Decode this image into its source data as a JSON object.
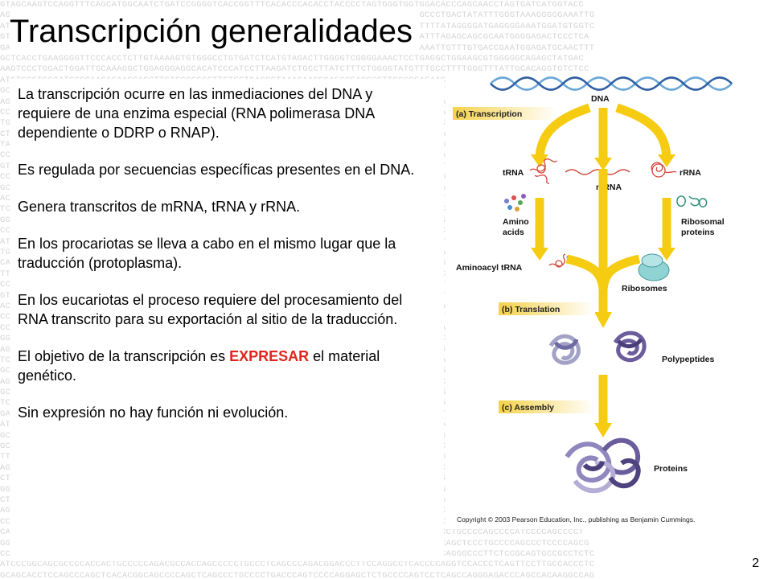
{
  "slide": {
    "title": "Transcripción generalidades",
    "page_number": "2"
  },
  "body": {
    "p1": "La transcripción ocurre en las inmediaciones del DNA y requiere de una enzima especial (RNA polimerasa DNA dependiente o DDRP o RNAP).",
    "p2": "Es regulada por secuencias específicas presentes en el DNA.",
    "p3": "Genera transcritos de mRNA, tRNA y rRNA.",
    "p4": "En los procariotas se lleva a cabo en el mismo lugar que la traducción (protoplasma).",
    "p5": "En los eucariotas el proceso requiere del procesamiento del RNA transcrito para su exportación al sitio de la traducción.",
    "p6_before": "El objetivo de la transcripción es ",
    "p6_accent": "EXPRESAR",
    "p6_after": " el material genético.",
    "p7": "Sin expresión no hay función ni evolución."
  },
  "figure": {
    "dna": "DNA",
    "stage_a": "(a) Transcription",
    "trna": "tRNA",
    "mrna": "mRNA",
    "rrna": "rRNA",
    "amino_1": "Amino",
    "amino_2": "acids",
    "ribo_prot_1": "Ribosomal",
    "ribo_prot_2": "proteins",
    "aminoacyl": "Aminoacyl tRNA",
    "ribosomes": "Ribosomes",
    "stage_b": "(b) Translation",
    "polypeptides": "Polypeptides",
    "stage_c": "(c) Assembly",
    "proteins": "Proteins",
    "copyright": "Copyright © 2003 Pearson Education, Inc., publishing as Benjamin Cummings."
  },
  "background": {
    "sequence_lines": [
      "GTAGCAAGTCCAGGTTTCAGCATGGCAATCTGATCCGGGGTCACCGGTTTCACACCCACACCTACCCCTAGTGGGTGGTGGACACCCAGCAACCTAGTGATCATGGTACC",
      "AGTTACAGGTCCCACATTAGTCACAGGGTACCTCACCACAGGGTACCCTAGGTCAATACCTTGGGGTCCCATCACCCAGGCCCTGACTATATTTGGGTAAAGGGGGAAATTG",
      "ATGGGTGCTGTGGGTGGGAAAGAATTTATTGATCCCCGAGTTACATTGTCTTAATCCCTGGAGTCTGTAGCTATTTATGTTTTATAGGGGATGAGGGGAAATGGATGTGGTC",
      "GTGGGAGACAGCCTGGACTGTCCCGCTGGGCTCAGTGTATTCACAGGGTCCACATGAAGGAGGAGAGAAGGAGTAGGGGATTTAGAGCAGCGCAATGGGGAGACTCCCTCA",
      "GAGCATGAATGCAGGTGGCTGTAGAGGTTGGAAAGTCCAGGGAAATGATCTCTCAGGATCTCCAGAGCTTTTTGAATAAAAATTGTTTGTGACCGAATGGAGATGCAACTTT",
      "GCTCACCTGAAGGGGTTCCCACCTCTTGTAAAAGTGTGGGCCTGTGATCTCATGTAGACTTGGGGTCGGGGAAACTCCTGAGGCTGGAAGCGTGGGGGCAGAGCTATGAC",
      "AAGTCCCTGGACTGGATTGCAAAGGCTGGAGGGAGGCACATCCCATCCTTAAGATCTGCCTTATCTTTCTGGGGTATGTTTGCCTTTTGGGTTTATTGCACAGGTGTCTCC",
      "ATGTGCGTGCCATCCCCAAGAGAACCAGCTTGTCCCCGGCTTCTGCTGACGGTAAAGAAGGCAGCCCACCCCTTCCCCCAGAACTCCATGGCTGTCCAGGCCAGCCTGAG",
      "GCAAATGAGGTACCCGTATCTGGAACTAGCCAGGGCTGCACGGAGAAACAGCAAGGTAGCTTCATCTTCTGTGCCACTGTGCCTTTGAAAGGAGGCTCAGCCCCTGCCCAC",
      "AGGTAAAACCAGAGACAGAAGCAAGCTGGCTGGAGAGGCAAGGTGTGCGAAGGGCTGTGCCCAGGGTTCATGAACTGGTGGCAAATGGCAGCACACCTGGGCCATTGCCAG",
      "CCACAGCAGGTGCCTAGTGTCATTGGGCCAGTGCCCTGCCCACCAAGGCTCTCCTACCACGCTCTTATGGCCAGAGCAATGGCATCCCGCATGGCAGCCCTATGAAATACCC",
      "TGTTTTTCATCAAACAGTATTGTCTCAGAGAACTCTTAAAGGGGTCGGCCCCAGTGACAGACAGGGTCTGTGGAAAGGCAAAACCCATCGACTGGAAAGCCTTCTTCAAGG",
      "CTTTCAGCTGGATGCAGCACATCACCAGCCCCATGTAGCCCTGGAGAGGGGCTCTTGTCAGCGTGAGCACCCAGATGCTGGGCACTGCACCTGTCTTCAACATCGAGCAGTT",
      "TAGCCCTCAGGTGGTCACCCCTAGCCCTCAGGCCTGCCTTCCCCCTCAGATGTCCATTGCCCCAGAGAGGGGCCACTGAGAGTGGGCCTGACCTCCATCCAGGCCTCTGAGG",
      "CCAGCACCCCAACCTTGGAACACTCACCTCTCAGCAGGCAGCCCCTGACAAGCGTTAGGATCAGGAGCCCACACCCCAGCAGAAGTTTCCTCTGGGCCCCTCCATGGCCAG",
      "GTGGACCTAGGGGTAGCTGGGATCAGAATTCTGGGGTTGCCCTGCAATCTCCAGGGCCTGAGTCCTAGCTCTTCCCTAGAATCTCTCTAAATCCCCCAGATGCTTGGGACTG",
      "CCTGGTACCTGCAACAGGTGGTTGGGGCCTCTCTTGGACAGACATCTCACTTGGGGAGCTGGAGAGCAGCCATCACCACCAGTGCCCTGGGGCTCCCTGGAGATCCCTTAG",
      "GCCTCTGAGGACATCTACCTCTGGGAGCGCCCTTCCACGTTGGCAGCCCTGGAGCCATGACTCAGGCTGGTGACCTCGATGACACCCGAATTGGAAGTCACTGGAGCAGTAG",
      "ACACCCGCTTCACTCACCTCAAGGTGGCTAGAATGAGCCACTCGCAAGGCCTTTGCCAGCTCTTTGAAAGGAGGCTCAGCCCCTGCCCACAGGCTGGCAGAGCTGACCAGG",
      "TCCTAGACTGTGACACCGCTATCCGGCGGACCCAAGCTCCTGCGGCTGGAGCATCCACAGGCTTTCGGCCGCCCCTGAAGCAGCTCAGGGCCAGGGTCCCCTTGCCCAGCTT",
      "GGGAGCTTCTGTGCCAGTGGGGTCACAGGCACAGCCAGCAGGAAGTCCAGGCCAGGCAGCTCTGGACAGGCAGAACTCAGAGAGTGCCTCACCTGGCAGGGCAGACCACAG",
      "CCCAGCAGCTGTCATGAGCTCTTCCCTGCCTCTGGCCTCCCAGCCCAGCCTGAGGATCGCGCAGCGTGCACCATGGATAATTTCCATGGCTGGCTGGAGTCGCTGCCCATCC",
      "ATAGATATACATAGATATAGATATAGATGTATGGGTAGATAGATATAGATAGATAGATACATAGATAGATAGATAGATAGATATATAGATAGATAGAAAAAGGTAGGAG",
      "TGCCCTTCCCAACCCAGGGCCCTGGACTGCCTTCACCACCAAGAGATTGTGTTCAGATGACCAGTGTCTGCCCCCGGGGAGCCAAGAGGCAGGGGACCCCAGGGGAGCCACA",
      "CACAGACTGTGCCCCTACCCTCAGAGACCCCTTCAGCCCTGAGACAGACAGGCCGGAGCAGATGGATGCCCTGGGGCCTAGCAGGGTCCCTACCAAGGTAGTGCTGTTCAAC",
      "TTCTCACCTTACGGCTGTCCTCTACCCTGTCCTGCACCTCCCGGGAGGAGCCACTGGAGCAGGACCAGGCTGGTCTCTGTCCTCCCTGGCTACTCAGCCCTTGCTCCTGGCC",
      "CCCTGTAGCTCACTTGTTCCCCCCATCCCTCCCAGCCTGCTTCACAAGATCCCACCTGCCTCTGCCCTGAGGCATGCACGCCCTCTGCCTCCCCTGCCTCTCCAGGTCAGTG",
      "GTCCCTCCCACCAGCCCCCAGGCCCAGCCCTCACCCTGACTGCCTCACCTCCCAGTGAGCCACCAGGGGCCCAGGAAGCCCAGTCTCACTCCCCACCCCTGGCCTACAGCCC",
      "ACCAGACAGATGCAACCCAGGTGCCACTGAGACCCCAGCAGATGGATGGTCCACTCCACACCTTGACTGCAGAGCACACCCCGAGCTAGCCCAGGTGCTCCCCAACCCACCT",
      "CCCCACCTCCTCATCACCTCCTCCCTCACTCCCACCAAGCTCCAGCCCCACCTCCTGCCCCCTCTCACCTGTGCCCCCAGCCCTCCACTGCCTGCTACCTGGCCTAGCAGCT",
      "CCAGCAGCCCGTCCCAGCCCCACCCCTCCACTCTCATCCCTGTCCTCCCACCCTCCACTTGCCCAGCTCTCCCTGAGGCTCCCACATCTTCACCCCCGCCAGAGCAGCCTGG",
      "GGTGATGAGCTACCACACCAGCCCCAATGATGATCTCTGCCCTGTCTGCCCACCCTGACCTCTCCTCCCTCTGAGGACCTCGCCTGCGCCCTGACCAGGGCCAGGGGCTGGGA",
      "AGAGTTGGCTTGATGGGTGAGACTGAGGTCAATGAGAGCTGGAGAGGAATCCGGGAGTCTCCAGAGCAGCTGCAGCCGCACAGGGGCTAGCTACCCCCTAGAACCCCTGCT",
      "TCCTCACTCTCACTCTTCTGAGCCCAAATATGTTGCCCCGCAGCATCTGTAGTGGCAGTGCACCTGTCCACTGAGGGAGAAGGAGGCAGCCTGAAAGCTCCATCTTCAGGAA",
      "GCCCACAAGGACCATTGAGCCCTCTCTGCCACAGAAGCCTGCGCACAAAGACTGGCCTACTTCTCCGCATGTGCCACAGTGGAGATAACCACGAAGGGTACAATGGCCCTGA",
      "AGATCAACCACATAGCAACTGACAGACCTACGCATGCTGAGGCCCTAAGGAGTGTGACATCAACCCAGGAGCTGATGGAGAAGCAGAAGGGAGAAGACTCTCGAGCAGACT",
      "GCCTGCTGAGGATGGGGCGAGACCCAGCCCCATCCGAGTCTCCTCAGCTGGAGGAACCCCAGCCCAGCACCCAGGGCAGAAAGGAGAGGCGAGGGAGTTCAGCCTCCTCCA",
      "TCTTGCTCACCCCACATCTGGCATCTGTGGCTACATAGCCATCAGTGCCATCCCCTGCAGCACAGCCAAGACAGGACCTCAGGGCTCCCGAGGCACCCCTTCCTCCAGCTCC",
      "GAGCAGGGGTGCCCACAGGCCCTGCCCTTCAGCCCCAAACCCCCAACCCTAGCTCCATGGTGAGGCCTCGGAGCAGAAGAGGATGCCACTGTGCAGGCCCCAGCGCCTCCTA",
      "ATGGTGAGGTGCTGGGCACAGGCTCCCCAGGCCTCCGCCCCCACCTGCCCCTGCAAGGCCCCATCTCCGAGGCAGCCCCCAACAGCCCACTGCTCCCCACTCTGCAACTCCT",
      "GCAGGGCCACCAGTGCTGTCCCTCTCACGCTGAGGCTTCCCCAGAGGGACCAGGCCCTTGCAGCTCCAGAGCCCCTCCACCCAGGCCCATGGGCATGGGCAGGCCCAGCAT",
      "GCGTGGACCCAGACTCCCAGGGCCCTTCTCCGCAGTGCCGCCTCTCCCAGCCCTCACCCTCACCCTCCTCACCGTGCGTCTGGCCCGTCTGCAGATCCCGCAGCCGAGCAGA",
      "TTGCCACCCTCATCCCGGCAGCGCCCCACCACTGCCCCCAGACGCCACCAGCCCCCTGCCCTCAGCCCAGACGGACCCTTCCAGGCCTCACCCCAGGTCCACCCTCAGTTCC",
      "AGGGAGACCCAGCCACAAGGCCAGGCAGCACCTCCAGCCCAGCTCACACGGCAGCCCCAGCTCAGCCCTGCCCCTGACCCAGTCCCCAGGAGCTCTGCCCCAGTCCTCAGCC",
      "CTGCCCCCTCCCCAGCGACCCTGAGGCCCCTCACAGCTCTGGCCCCAGCTCCCCATGGCCCCACAGCCCACCTTCACCCCAGGGCCCAGCTCTGACCCCAGCCCCCTCCCAG",
      "GGACCCAGGCAGGAGCCCACTGCCCCAGCTCCAGAGCCCCACTCCGCTTTTCTCCCCTTGCCCAGCCCTCCGCAGGCCCCTGAGCACCCTCCTCAGCCCCTGCAGCCCAGGC",
      "CTCTGAGGCCCCACTGCCTCAGCGCTCCCCAGCCCTGCTCCAGACCCTGCCCCCTTCCCAGCGCCCCTCCAGCCCCAGCCCTGAGCCCCTCCAGTCCCCAGCGCCTCTGCTC",
      "AGGCCCCAGCCCTGCCGAGCCCCAGCTCCCTGCCCCAGCCCTCCCCAGCGCCCCAGCCCCATCCCAGGCCCCTCCAGCCCCAGCCCTCAGCTCCCCAGTCCCCCTGCCCAG",
      "CCCCACCCCAGCCCCCTCAGCCCAGGCCCCGCCCCAGCCCCTCAGCCCCATCCCCAGCCCTGCCCCAGGCCCCATCCCCAGCCCCTCAGCCCCATCCCAGCCCCAGCCCCT",
      "CAGCCCCAGCCCTGCCCCAGCCCCATCCCCAGCCCTCAGCCCCAGCCCTGCCCCAGCCCCATCCCCAGCCCCTCAGCCCCAGCCCTGCCCCAGCCCCATCCCCAGCCCCT",
      "GGCCCCAGCCCCATCCCAGGCCCCTCCAGCCCCAGCCCTCAGCTCCCCAGTCCCCCTGCCCAGGCCCCAGCCCTGCCGAGCCCCAGCTCCCTGCCCCAGCCCTCCCCAGCG",
      "CCAGCCCTCACCCTCACCCTCCTCACCGTGCGTCTGGCCCGTCTGCAGATCCCGCAGCCGAGCAGAGCGTGGACCCAGACTCCCAGGGCCCTTCTCCGCAGTGCCGCCTCTC",
      "ATCCCGGCAGCGCCCCACCACTGCCCCCAGACGCCACCAGCCCCCTGCCCTCAGCCCAGACGGACCCTTCCAGGCCTCACCCCAGGTCCACCCTCAGTTCCTTGCCACCCTC",
      "GCAGCACCTCCAGCCCAGCTCACACGGCAGCCCCAGCTCAGCCCTGCCCCTGACCCAGTCCCCAGGAGCTCTGCCCCAGTCCTCAGCCAGGGAGACCCAGCCACAAGGCCAG"
    ]
  }
}
